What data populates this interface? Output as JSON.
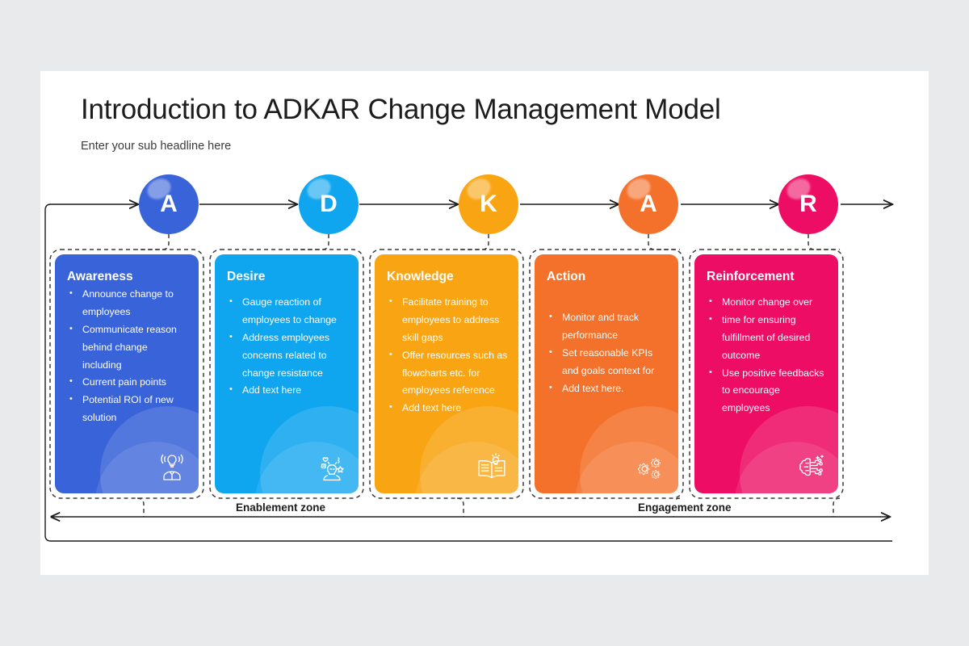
{
  "header": {
    "title": "Introduction to ADKAR Change Management Model",
    "subtitle": "Enter your sub headline here"
  },
  "nodes": [
    {
      "letter": "A",
      "color": "#3963d8",
      "gloss": "#7e9bec"
    },
    {
      "letter": "D",
      "color": "#0fa5ef",
      "gloss": "#68ccf7"
    },
    {
      "letter": "K",
      "color": "#f9a513",
      "gloss": "#fcc869"
    },
    {
      "letter": "A",
      "color": "#f4712b",
      "gloss": "#f9a477"
    },
    {
      "letter": "R",
      "color": "#ee0d64",
      "gloss": "#f5629b"
    }
  ],
  "cards": [
    {
      "title": "Awareness",
      "color": "#3963d8",
      "icon": "awareness-person-bulb-icon",
      "items": [
        {
          "text": "Announce change to employees",
          "bullet": true
        },
        {
          "text": "Communicate reason behind change including",
          "bullet": true
        },
        {
          "text": "Current pain points",
          "bullet": true
        },
        {
          "text": "Potential ROI of new solution",
          "bullet": true
        }
      ]
    },
    {
      "title": "Desire",
      "color": "#0fa5ef",
      "icon": "desire-person-emotions-icon",
      "items": [
        {
          "text": "Gauge reaction of employees to change",
          "bullet": true
        },
        {
          "text": "Address employees concerns related to change resistance",
          "bullet": true
        },
        {
          "text": "Add text here",
          "bullet": true
        }
      ]
    },
    {
      "title": "Knowledge",
      "color": "#f9a513",
      "icon": "knowledge-book-bulb-icon",
      "items": [
        {
          "text": "Facilitate training to employees to address skill gaps",
          "bullet": true
        },
        {
          "text": "Offer resources such as flowcharts etc. for employees reference",
          "bullet": true
        },
        {
          "text": "Add text here",
          "bullet": true
        }
      ]
    },
    {
      "title": "Action",
      "color": "#f4712b",
      "icon": "action-gears-icon",
      "items": [
        {
          "text": "Monitor and track performance",
          "bullet": true
        },
        {
          "text": "Set reasonable KPIs and goals context for",
          "bullet": true
        },
        {
          "text": "Add text here.",
          "bullet": true
        }
      ]
    },
    {
      "title": "Reinforcement",
      "color": "#ee0d64",
      "icon": "reinforcement-brain-circuit-icon",
      "items": [
        {
          "text": "Monitor change over",
          "bullet": true
        },
        {
          "text": "time for ensuring fulfillment of desired outcome",
          "bullet": true
        },
        {
          "text": "Use positive feedbacks to encourage employees",
          "bullet": true
        }
      ]
    }
  ],
  "zones": [
    {
      "label": "Enablement zone"
    },
    {
      "label": "Engagement zone"
    }
  ],
  "colors": {
    "slide_background": "#ffffff",
    "page_background": "#e9eaec",
    "line": "#1c1c1c",
    "dashed_line": "#3a3a3a",
    "title_text": "#1c1c1c"
  }
}
